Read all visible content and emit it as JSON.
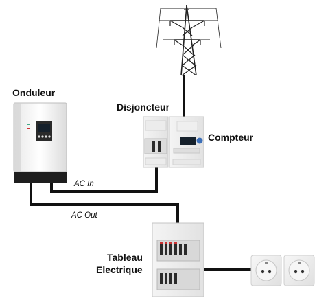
{
  "labels": {
    "inverter": "Onduleur",
    "breaker": "Disjoncteur",
    "meter": "Compteur",
    "ac_in": "AC In",
    "ac_out": "AC Out",
    "panel_line1": "Tableau",
    "panel_line2": "Electrique"
  },
  "colors": {
    "wire": "#111111",
    "device_body": "#f2f2f2",
    "device_dark": "#1e1e1e",
    "display": "#15202b",
    "pylon": "#222222"
  },
  "icons": {
    "pylon": "electricity-pylon-icon",
    "inverter": "inverter-icon",
    "breaker": "circuit-breaker-icon",
    "meter": "electric-meter-icon",
    "panel": "electrical-panel-icon",
    "outlet": "wall-socket-icon"
  }
}
